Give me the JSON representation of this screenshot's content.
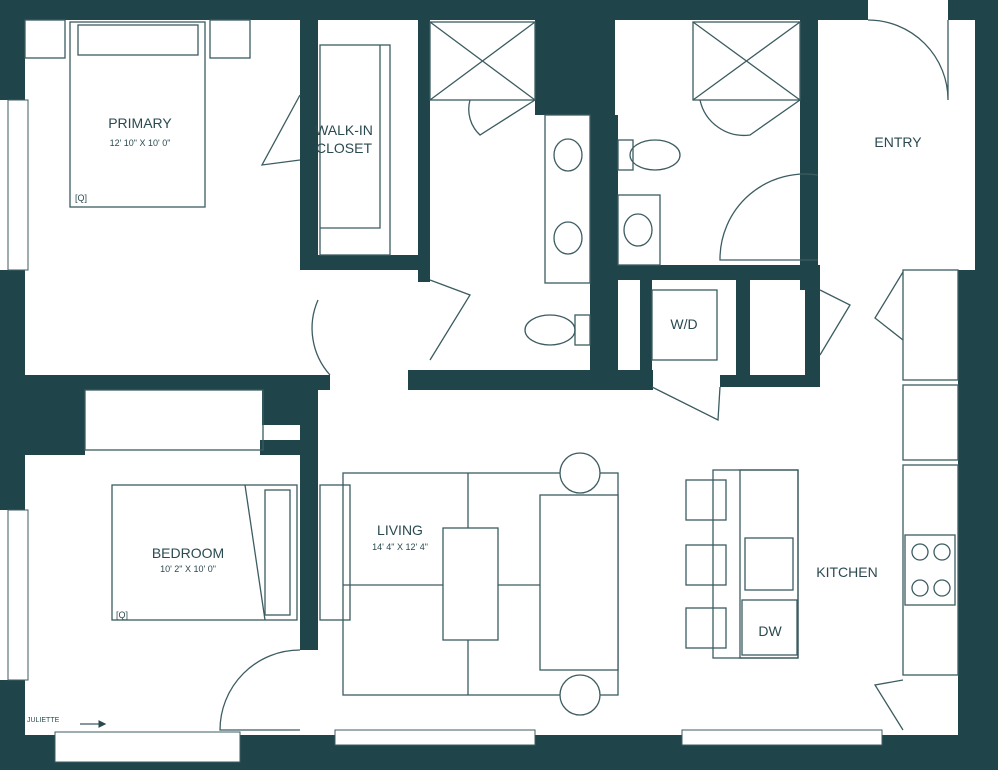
{
  "rooms": {
    "primary": {
      "name": "PRIMARY",
      "dims": "12' 10\" X 10' 0\"",
      "bed": "[Q]"
    },
    "closet": {
      "line1": "WALK-IN",
      "line2": "CLOSET"
    },
    "entry": {
      "name": "ENTRY"
    },
    "laundry": {
      "name": "W/D"
    },
    "bedroom": {
      "name": "BEDROOM",
      "dims": "10' 2\" X 10' 0\"",
      "bed": "[Q]"
    },
    "living": {
      "name": "LIVING",
      "dims": "14' 4\" X 12' 4\""
    },
    "kitchen": {
      "name": "KITCHEN",
      "dishwasher": "DW"
    }
  },
  "annotations": {
    "juliette": "JULIETTE"
  },
  "colors": {
    "wall": "#1f444a",
    "line": "#3c5c61"
  }
}
